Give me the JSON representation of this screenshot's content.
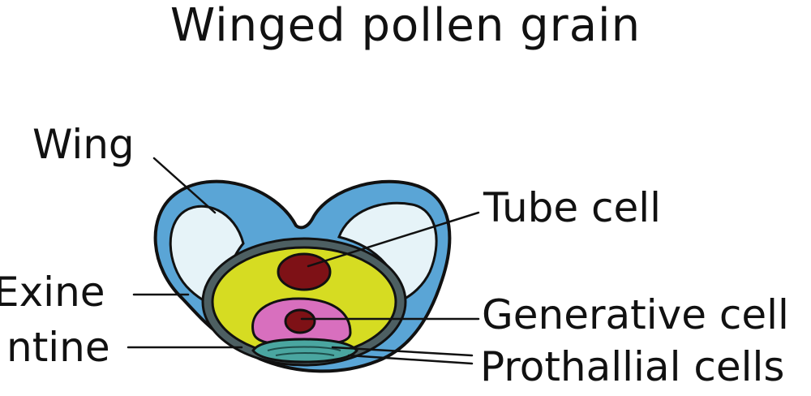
{
  "title": "Winged pollen grain",
  "labels": {
    "wing": "Wing",
    "exine": "Exine",
    "intine": "ntine",
    "tube_cell": "Tube cell",
    "generative_cell": "Generative cell",
    "prothallial_cells": "Prothallial cells"
  },
  "colors": {
    "exine": "#5aa5d6",
    "wing_air_sac": "#e6f3f8",
    "intine": "#4d5f62",
    "cytoplasm": "#d6dc22",
    "tube_nucleus": "#7e1116",
    "generative_cell": "#d86fbe",
    "generative_nucleus": "#7e1116",
    "prothallial_cells": "#4aa6a0",
    "outline": "#111111"
  }
}
